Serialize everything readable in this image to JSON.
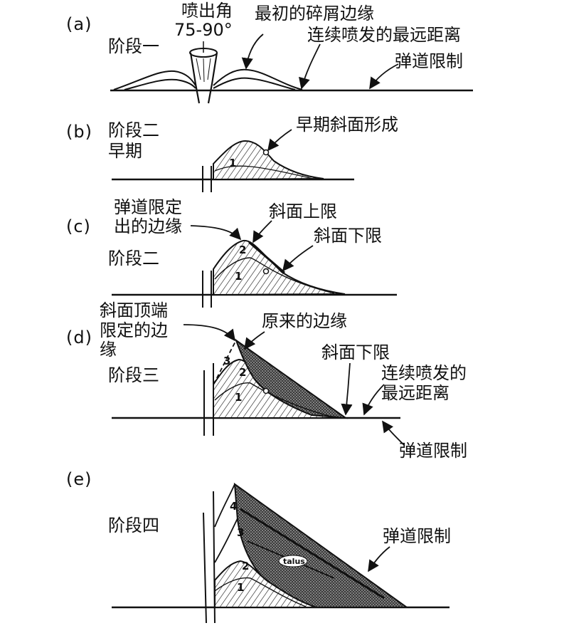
{
  "panels": {
    "a": {
      "tag": "(a)",
      "stage": "阶段一",
      "angle_label": "喷出角",
      "angle_value": "75-90°",
      "initial_edge": "最初的碎屑边缘",
      "max_reach": "连续喷发的最远距离",
      "ballistic": "弹道限制"
    },
    "b": {
      "tag": "(b)",
      "stage": "阶段二",
      "stage_sub": "早期",
      "slope_form": "早期斜面形成"
    },
    "c": {
      "tag": "(c)",
      "edge_l1": "弹道限定",
      "edge_l2": "出的边缘",
      "upper": "斜面上限",
      "lower": "斜面下限",
      "stage": "阶段二"
    },
    "d": {
      "tag": "(d)",
      "crest_l1": "斜面顶端",
      "crest_l2": "限定的边",
      "crest_l3": "缘",
      "original": "原来的边缘",
      "lower": "斜面下限",
      "max_l1": "连续喷发的",
      "max_l2": "最远距离",
      "stage": "阶段三",
      "ballistic": "弹道限制"
    },
    "e": {
      "tag": "(e)",
      "stage": "阶段四",
      "ballistic": "弹道限制",
      "talus": "talus"
    }
  },
  "layer_numbers": {
    "one": "1",
    "two": "2",
    "three": "3",
    "four": "4"
  }
}
